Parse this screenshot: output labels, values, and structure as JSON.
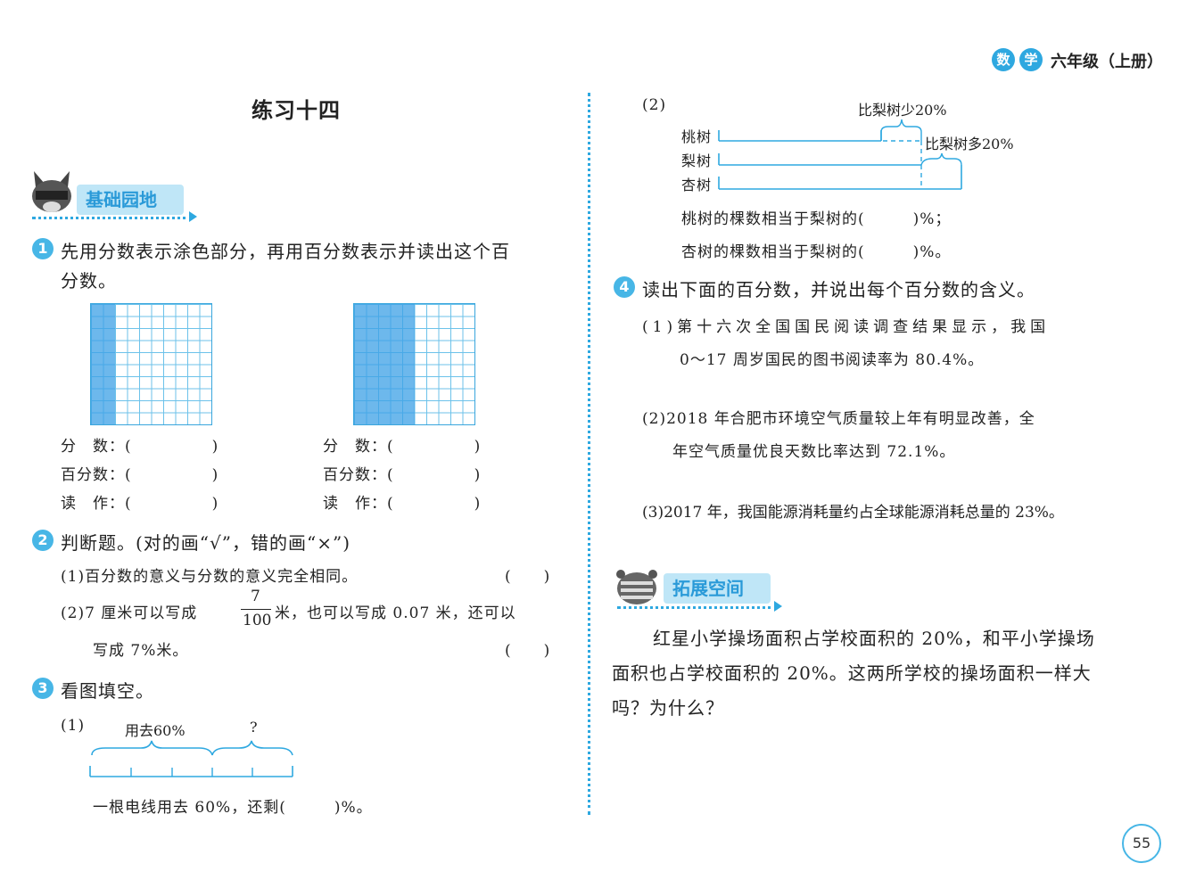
{
  "header": {
    "badge1": "数",
    "badge2": "学",
    "grade": "六年级（上册）"
  },
  "left": {
    "title": "练习十四",
    "section1": "基础园地",
    "q1": {
      "num": "1",
      "line1": "先用分数表示涂色部分，再用百分数表示并读出这个百",
      "line2": "分数。",
      "grid1_shaded_fraction": 0.2,
      "grid2_shaded_fraction": 0.5,
      "label_fen": "分　数：(　　　　　)",
      "label_bai": "百分数：(　　　　　)",
      "label_du": "读　作：(　　　　　)"
    },
    "q2": {
      "num": "2",
      "title": "判断题。(对的画“√”，错的画“×”)",
      "item1": "(1)百分数的意义与分数的意义完全相同。",
      "item1_blank": "(　　)",
      "item2_pre": "(2)7 厘米可以写成",
      "item2_num": "7",
      "item2_den": "100",
      "item2_post": "米，也可以写成 0.07 米，还可以",
      "item2_line2": "写成 7%米。",
      "item2_blank": "(　　)"
    },
    "q3": {
      "num": "3",
      "title": "看图填空。",
      "sub1": "(1)",
      "used_label": "用去60%",
      "unknown_label": "?",
      "sentence": "一根电线用去 60%，还剩(　　　)%。"
    }
  },
  "right": {
    "q3_sub2": "(2)",
    "label_less": "比梨树少20%",
    "label_more": "比梨树多20%",
    "tree_tao": "桃树",
    "tree_li": "梨树",
    "tree_xing": "杏树",
    "fill1": "桃树的棵数相当于梨树的(　　　)%；",
    "fill2": "杏树的棵数相当于梨树的(　　　)%。",
    "q4": {
      "num": "4",
      "title": "读出下面的百分数，并说出每个百分数的含义。",
      "item1_l1": "(1)第十六次全国国民阅读调查结果显示，我国",
      "item1_l2": "0～17 周岁国民的图书阅读率为 80.4%。",
      "item2_l1": "(2)2018 年合肥市环境空气质量较上年有明显改善，全",
      "item2_l2": "年空气质量优良天数比率达到 72.1%。",
      "item3": "(3)2017 年，我国能源消耗量约占全球能源消耗总量的 23%。"
    },
    "section2": "拓展空间",
    "ext_l1": "红星小学操场面积占学校面积的 20%，和平小学操场",
    "ext_l2": "面积也占学校面积的 20%。这两所学校的操场面积一样大",
    "ext_l3": "吗？为什么？"
  },
  "page_number": "55",
  "colors": {
    "accent": "#2ea8e0",
    "shade": "#3ca0e6"
  }
}
